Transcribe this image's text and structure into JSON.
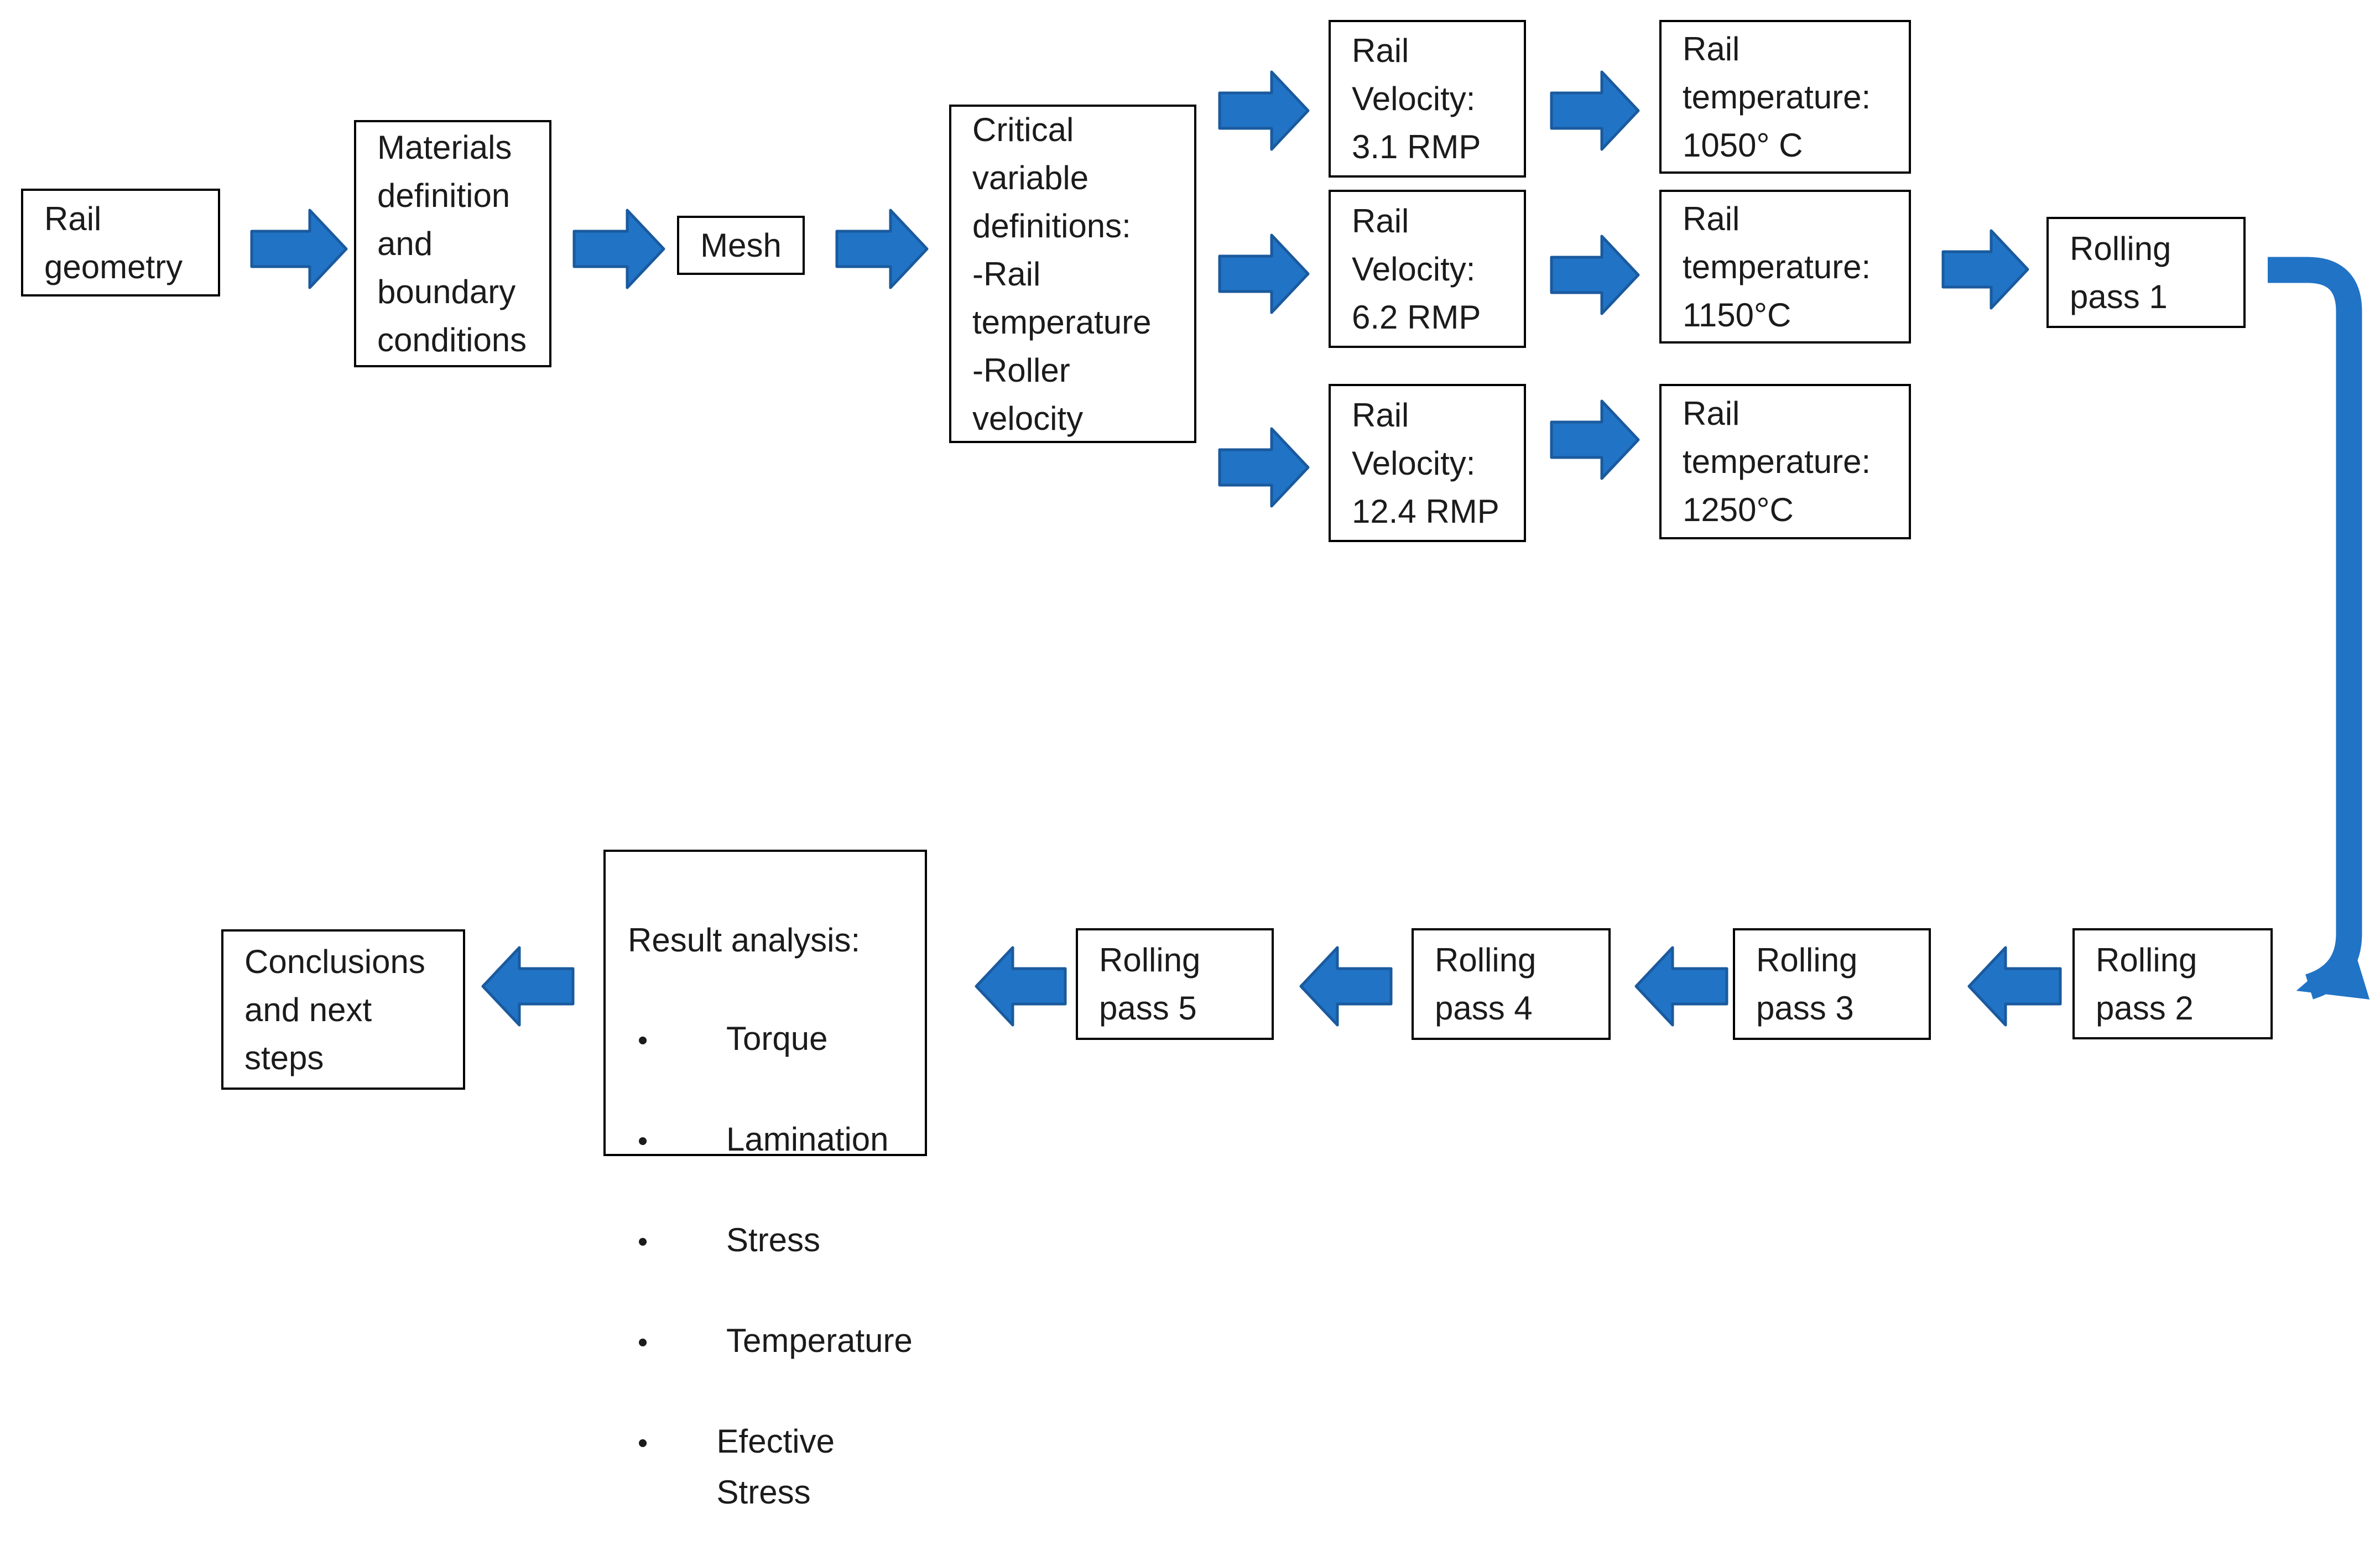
{
  "colors": {
    "arrow_fill": "#2173C5",
    "arrow_outline": "#1A5A9E",
    "box_border": "#000000",
    "background": "#FFFFFF",
    "text": "#1B1B1B"
  },
  "nodes": {
    "rail_geometry": {
      "label": "Rail\ngeometry"
    },
    "materials": {
      "label": "Materials\ndefinition\nand\nboundary\nconditions"
    },
    "mesh": {
      "label": "Mesh"
    },
    "critical_variables": {
      "label": "Critical\nvariable\ndefinitions:\n-Rail\ntemperature\n-Roller\nvelocity"
    },
    "velocity_1": {
      "label": "Rail\nVelocity:\n3.1 RMP"
    },
    "velocity_2": {
      "label": "Rail\nVelocity:\n6.2 RMP"
    },
    "velocity_3": {
      "label": "Rail\nVelocity:\n12.4 RMP"
    },
    "temperature_1": {
      "label": "Rail\ntemperature:\n1050° C"
    },
    "temperature_2": {
      "label": "Rail\ntemperature:\n1150°C"
    },
    "temperature_3": {
      "label": "Rail\ntemperature:\n1250°C"
    },
    "rolling_pass_1": {
      "label": "Rolling\npass 1"
    },
    "rolling_pass_2": {
      "label": "Rolling\npass 2"
    },
    "rolling_pass_3": {
      "label": "Rolling\npass 3"
    },
    "rolling_pass_4": {
      "label": "Rolling\npass 4"
    },
    "rolling_pass_5": {
      "label": "Rolling\npass 5"
    },
    "result_analysis": {
      "title": "Result analysis:",
      "items": [
        "Torque",
        "Lamination",
        "Stress",
        "Temperature",
        "Efective Stress"
      ]
    },
    "conclusions": {
      "label": "Conclusions\nand next\nsteps"
    }
  }
}
